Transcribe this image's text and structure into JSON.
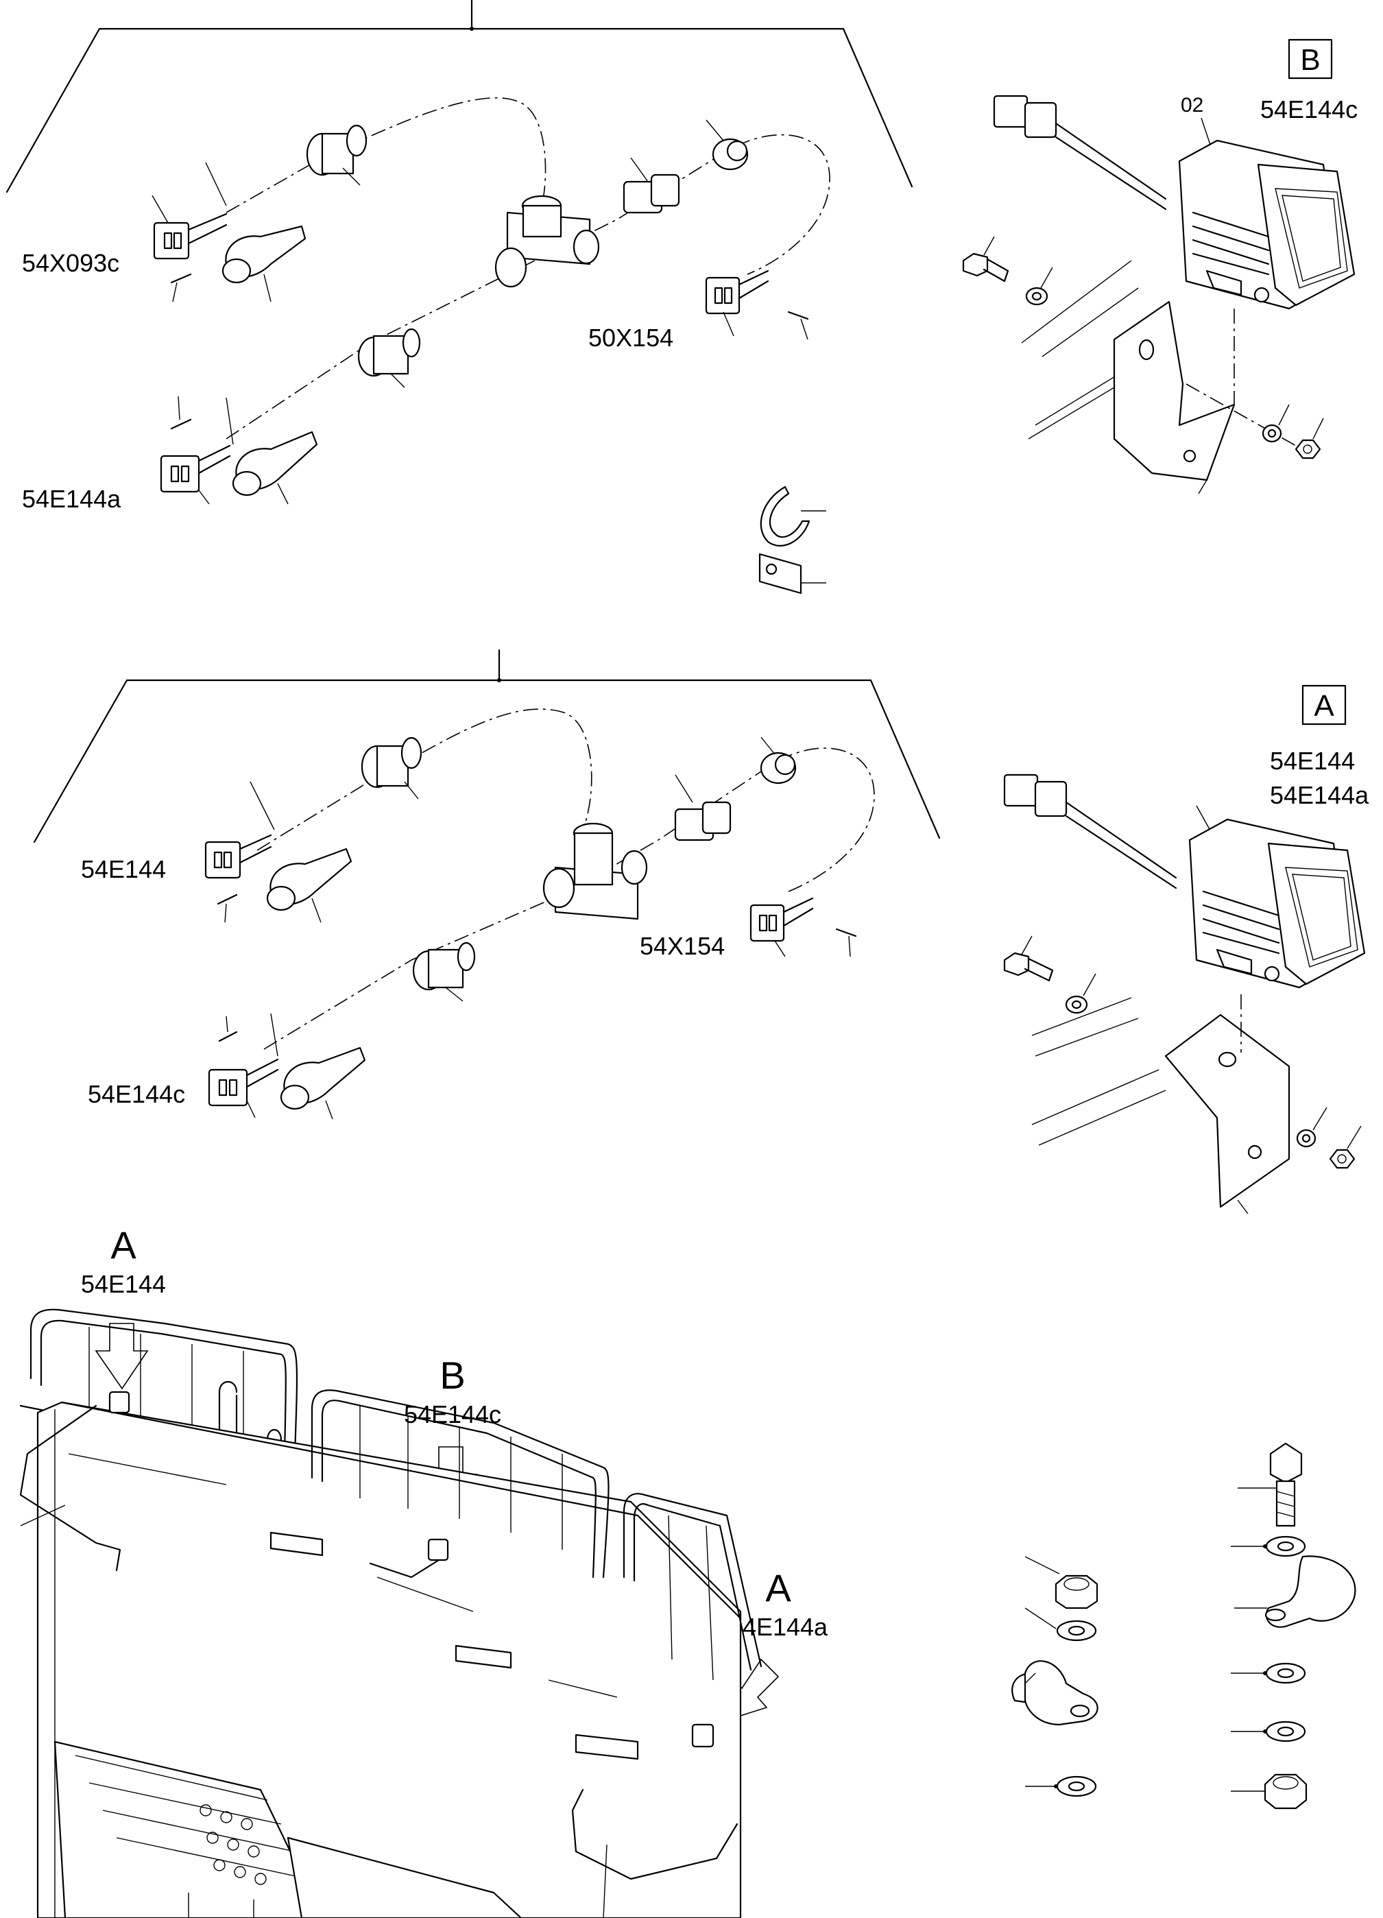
{
  "callouts": {
    "top_left_connector": "54X093c",
    "top_right_connector": "50X154",
    "top_bottom_connector": "54E144a",
    "mid_left_connector": "54E144",
    "mid_right_connector": "54X154",
    "mid_bottom_connector": "54E144c"
  },
  "lamp_b": {
    "box_letter": "B",
    "code": "54E144c",
    "part_number": "02"
  },
  "lamp_a": {
    "box_letter": "A",
    "code_1": "54E144",
    "code_2": "54E144a"
  },
  "machine": {
    "a_left_letter": "A",
    "a_left_code": "54E144",
    "b_letter": "B",
    "b_code": "54E144c",
    "a_right_letter": "A",
    "a_right_code": "54E144a"
  }
}
